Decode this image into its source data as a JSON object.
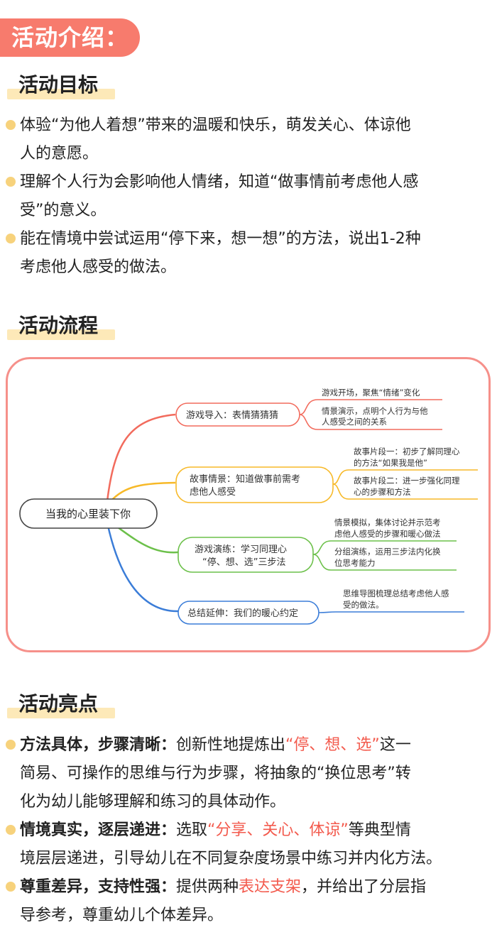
{
  "banner": "活动介绍：",
  "sections": {
    "goals_title": "活动目标",
    "flow_title": "活动流程",
    "highlights_title": "活动亮点"
  },
  "goals": [
    {
      "lines": [
        "体验“为他人着想”带来的温暖和快乐，萌发关心、体谅他",
        "人的意愿。"
      ]
    },
    {
      "lines": [
        "理解个人行为会影响他人情绪，知道“做事情前考虑他人感",
        "受”的意义。"
      ]
    },
    {
      "lines": [
        "能在情境中尝试运用“停下来，想一想”的方法，说出1-2种",
        "考虑他人感受的做法。"
      ]
    }
  ],
  "mindmap": {
    "root": "当我的心里装下你",
    "branches": [
      {
        "color": "#f26b5d",
        "lines": [
          "游戏导入：表情猜猜猜"
        ],
        "leaves": [
          {
            "lines": [
              "游戏开场，聚焦“情绪”变化"
            ]
          },
          {
            "lines": [
              "情景演示，点明个人行为与他",
              "人感受之间的关系"
            ]
          }
        ]
      },
      {
        "color": "#f7b928",
        "lines": [
          "故事情景：知道做事前需考",
          "虑他人感受"
        ],
        "leaves": [
          {
            "lines": [
              "故事片段一：初步了解同理心",
              "的方法“如果我是他”"
            ]
          },
          {
            "lines": [
              "故事片段二：进一步强化同理",
              "心的步骤和方法"
            ]
          }
        ]
      },
      {
        "color": "#6cc04a",
        "lines": [
          "游戏演练：学习同理心",
          "“停、想、选”三步法"
        ],
        "leaves": [
          {
            "lines": [
              "情景模拟，集体讨论并示范考",
              "虑他人感受的步骤和暖心做法"
            ]
          },
          {
            "lines": [
              "分组演练，运用三步法内化换",
              "位思考能力"
            ]
          }
        ]
      },
      {
        "color": "#3b7dd8",
        "lines": [
          "总结延伸：我们的暖心约定"
        ],
        "leaves": [
          {
            "lines": [
              "思维导图梳理总结考虑他人感",
              "受的做法。"
            ]
          }
        ]
      }
    ]
  },
  "highlights": [
    {
      "bold": "方法具体，步骤清晰：",
      "line1_a": "创新性地提炼出",
      "line1_red": "“停、想、选”",
      "line1_b": "这一",
      "line2": "简易、可操作的思维与行为步骤，将抽象的“换位思考”转",
      "line3": "化为幼儿能够理解和练习的具体动作。"
    },
    {
      "bold": "情境真实，逐层递进：",
      "line1_a": "选取",
      "line1_red": "“分享、关心、体谅”",
      "line1_b": "等典型情",
      "line2": "境层层递进，引导幼儿在不同复杂度场景中练习并内化方法。"
    },
    {
      "bold": "尊重差异，支持性强：",
      "line1_a": "提供两种",
      "line1_red": "表达支架",
      "line1_b": "，并给出了分层指",
      "line2": "导参考，尊重幼儿个体差异。"
    }
  ],
  "colors": {
    "banner": "#f77b6d",
    "highlight_bar": "#fde9b8",
    "bullet_dot": "#f7d27c",
    "emphasis_red": "#f35a4d",
    "frame_border": "#f6908a"
  }
}
